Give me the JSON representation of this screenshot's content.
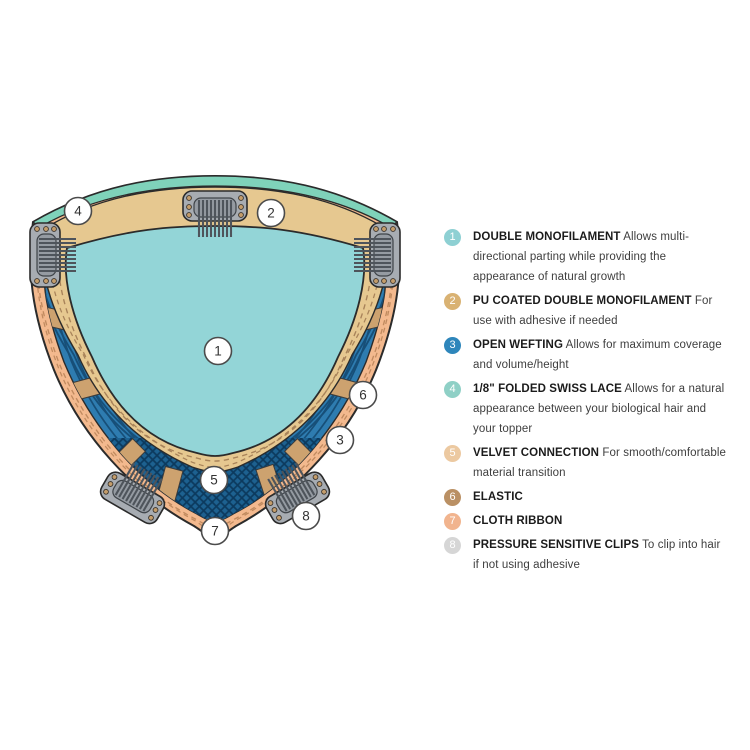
{
  "diagram": {
    "name": "hair topper base construction diagram",
    "callouts": [
      "1",
      "2",
      "3",
      "4",
      "5",
      "6",
      "7",
      "8"
    ]
  },
  "legend": {
    "items": [
      {
        "number": "1",
        "color": "#8ed0d3",
        "title": "DOUBLE MONOFILAMENT",
        "description": "Allows multi-directional parting while providing the appearance of natural growth"
      },
      {
        "number": "2",
        "color": "#d9b273",
        "title": "PU COATED DOUBLE MONOFILAMENT",
        "description": "For use with adhesive if needed"
      },
      {
        "number": "3",
        "color": "#2e86bb",
        "title": "OPEN WEFTING",
        "description": "Allows for maximum coverage and volume/height"
      },
      {
        "number": "4",
        "color": "#8fd0c6",
        "title": "1/8\" FOLDED SWISS LACE",
        "description": "Allows for a natural appearance between your biological hair and your topper"
      },
      {
        "number": "5",
        "color": "#ecc9a1",
        "title": "VELVET CONNECTION",
        "description": "For smooth/comfortable material transition"
      },
      {
        "number": "6",
        "color": "#ba9064",
        "title": "ELASTIC",
        "description": ""
      },
      {
        "number": "7",
        "color": "#f1b48e",
        "title": "CLOTH RIBBON",
        "description": ""
      },
      {
        "number": "8",
        "color": "#d6d6d6",
        "title": "PRESSURE SENSITIVE CLIPS",
        "description": "To clip into hair if not using adhesive"
      }
    ]
  },
  "colors": {
    "monofilament_teal": "#93d5d7",
    "swiss_lace_green": "#7fd2ba",
    "band_tan": "#e6c890",
    "elastic_tan": "#cda26f",
    "weft_blue": "#2e7cb0",
    "weft_blue_line": "#174f78",
    "weft_hatch_bg": "#1d6190",
    "weft_hatch_line": "#0c3a5e",
    "ribbon_peach": "#f3b98e",
    "clip_gray": "#a7acb2",
    "clip_slot_gray": "#959ba2",
    "clip_coil_gray": "#4e545b",
    "rivet_tan": "#c49d6b",
    "outline_dark": "#2b2b2b",
    "stitch_brown": "#a8835a",
    "stitch_peach": "#c08a5f",
    "callout_fill": "#ffffff",
    "callout_stroke": "#4b4b4b",
    "callout_text": "#333333"
  }
}
